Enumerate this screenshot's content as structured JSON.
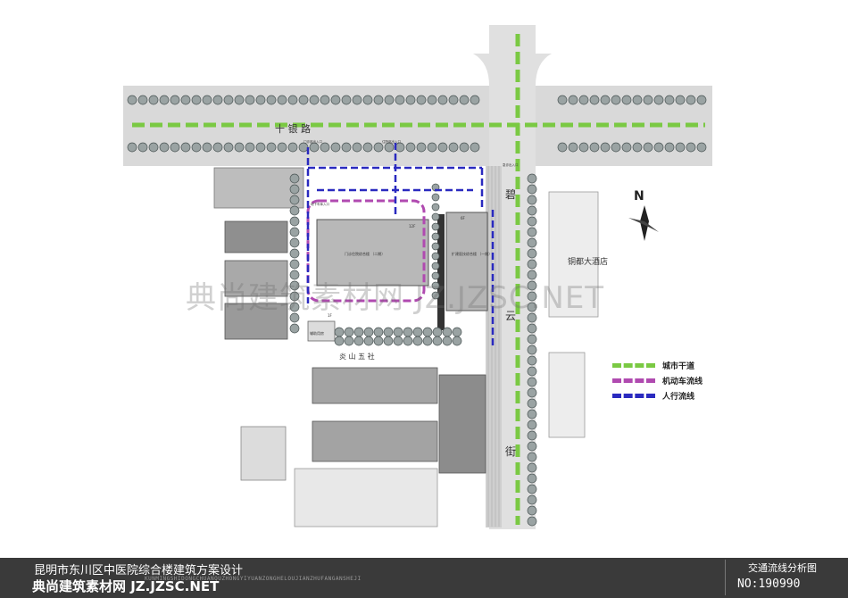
{
  "map": {
    "road_top": "十 银 路",
    "road_right_1": "碧",
    "road_right_2": "云",
    "road_right_3": "街",
    "hotel": "铜都大酒店",
    "community": "炎 山 五 社",
    "north": "N",
    "building_old": "门诊住院综合楼\n（二期）",
    "building_new": "扩建医技综合楼\n（一期）",
    "building_aux": "辅助用房",
    "label_12f": "12F",
    "label_1f": "1F",
    "label_6f": "6F",
    "label_garage": "地下车库入口",
    "label_entry_left": "门诊部出入口",
    "label_entry_mid": "住院部出入口",
    "label_entry_right": "急诊出入口"
  },
  "legend": {
    "items": [
      {
        "label": "城市干道",
        "color": "#7ac943"
      },
      {
        "label": "机动车流线",
        "color": "#b04ab0"
      },
      {
        "label": "人行流线",
        "color": "#2a2abf"
      }
    ]
  },
  "watermark": "典尚建筑素材网 JZ.JZSC.NET",
  "footer": {
    "project_title": "昆明市东川区中医院综合楼建筑方案设计",
    "project_subtitle": "KUNMINGSHIDONGCHUANQUZHONGYIYUANZONGHELOUJIANZHUFANGANSHEJI",
    "site_brand": "典尚建筑素材网 JZ.JZSC.NET",
    "drawing_title": "交通流线分析图",
    "drawing_no": "NO:190990"
  }
}
